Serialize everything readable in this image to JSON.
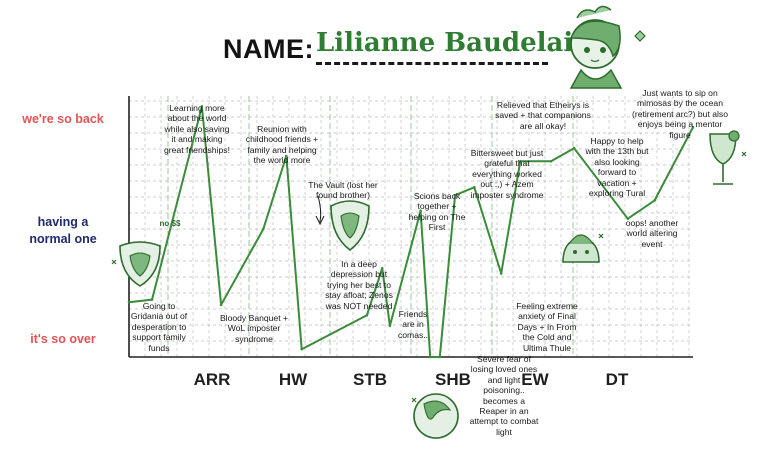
{
  "header": {
    "name_label": "NAME:",
    "name_value": "Lilianne Baudelaire"
  },
  "chart_data": {
    "type": "line",
    "title": "",
    "xlabel": "",
    "ylabel": "",
    "x_categories": [
      "ARR",
      "HW",
      "STB",
      "SHB",
      "EW",
      "DT"
    ],
    "y_levels": [
      "it's so over",
      "having a normal one",
      "we're so back"
    ],
    "ylim": [
      0,
      10
    ],
    "grid": true,
    "colors": {
      "line": "#3a8c3a",
      "grid": "#bdbdbd",
      "axis": "#222222",
      "top_label": "#e25555",
      "mid_label": "#1f2a6b"
    },
    "series": [
      {
        "points": [
          {
            "era": "ARR",
            "x": 0.0,
            "y": 2.1
          },
          {
            "era": "ARR",
            "x": 0.6,
            "y": 2.2
          },
          {
            "era": "ARR",
            "x": 1.9,
            "y": 9.6
          },
          {
            "era": "ARR",
            "x": 2.4,
            "y": 2.0
          },
          {
            "era": "HW",
            "x": 3.5,
            "y": 4.9
          },
          {
            "era": "HW",
            "x": 4.1,
            "y": 7.7
          },
          {
            "era": "HW",
            "x": 4.5,
            "y": 0.3
          },
          {
            "era": "STB",
            "x": 6.2,
            "y": 1.6
          },
          {
            "era": "STB",
            "x": 6.6,
            "y": 3.4
          },
          {
            "era": "STB",
            "x": 6.8,
            "y": 1.2
          },
          {
            "era": "SHB",
            "x": 7.6,
            "y": 5.6
          },
          {
            "era": "SHB",
            "x": 7.85,
            "y": 0.0
          },
          {
            "era": "SHB",
            "x": 8.1,
            "y": 0.0
          },
          {
            "era": "SHB",
            "x": 8.5,
            "y": 6.2
          },
          {
            "era": "EW",
            "x": 9.0,
            "y": 6.5
          },
          {
            "era": "EW",
            "x": 9.7,
            "y": 3.2
          },
          {
            "era": "EW",
            "x": 10.2,
            "y": 7.5
          },
          {
            "era": "DT",
            "x": 11.0,
            "y": 7.5
          },
          {
            "era": "DT",
            "x": 11.6,
            "y": 8.0
          },
          {
            "era": "DT",
            "x": 13.0,
            "y": 5.3
          },
          {
            "era": "DT",
            "x": 13.7,
            "y": 6.0
          },
          {
            "era": "DT",
            "x": 14.7,
            "y": 8.8
          }
        ]
      }
    ],
    "annotations": [
      "Going to Gridania out of desperation to support family funds",
      "Learning more about the world while also saving it and making great friendships!",
      "Bloody Banquet + WoL imposter syndrome",
      "Reunion with childhood friends + family and helping the world more",
      "The Vault (lost her found brother)",
      "In a deep depression but trying her best to stay afloat; Zenos was NOT needed",
      "Friends are in comas..",
      "Scions back together + helping on The First",
      "Severe fear of losing loved ones and light poisoning.. becomes a Reaper in an attempt to combat light",
      "Bittersweet but just grateful that everything worked out :,) + Azem imposter syndrome",
      "Relieved that Etheirys is saved + that companions are all okay!",
      "Feeling extreme anxiety of Final Days + In From the Cold and Ultima Thule",
      "Happy to help with the 13th but also looking forward to vacation + exploring Tural",
      "oops! another world altering event",
      "Just wants to sip on mimosas by the ocean (retirement arc?) but also enjoys being a mentor figure"
    ],
    "doodle_texts": [
      "no $$"
    ]
  }
}
